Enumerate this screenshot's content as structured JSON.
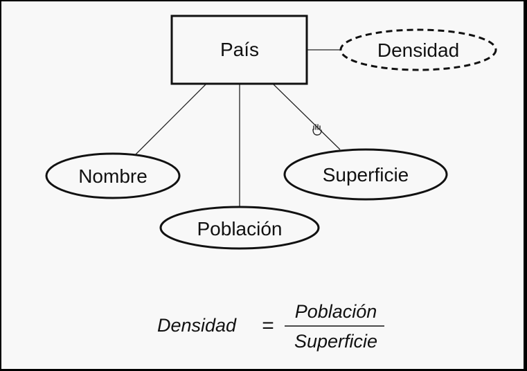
{
  "diagram": {
    "entity": {
      "label": "País"
    },
    "attributes": {
      "derived": {
        "label": "Densidad"
      },
      "nombre": {
        "label": "Nombre"
      },
      "poblacion": {
        "label": "Población"
      },
      "superficie": {
        "label": "Superficie"
      }
    },
    "formula": {
      "lhs": "Densidad",
      "operator": "=",
      "numerator": "Población",
      "denominator": "Superficie"
    }
  },
  "cursor": {
    "icon": "hand-cursor-icon"
  }
}
